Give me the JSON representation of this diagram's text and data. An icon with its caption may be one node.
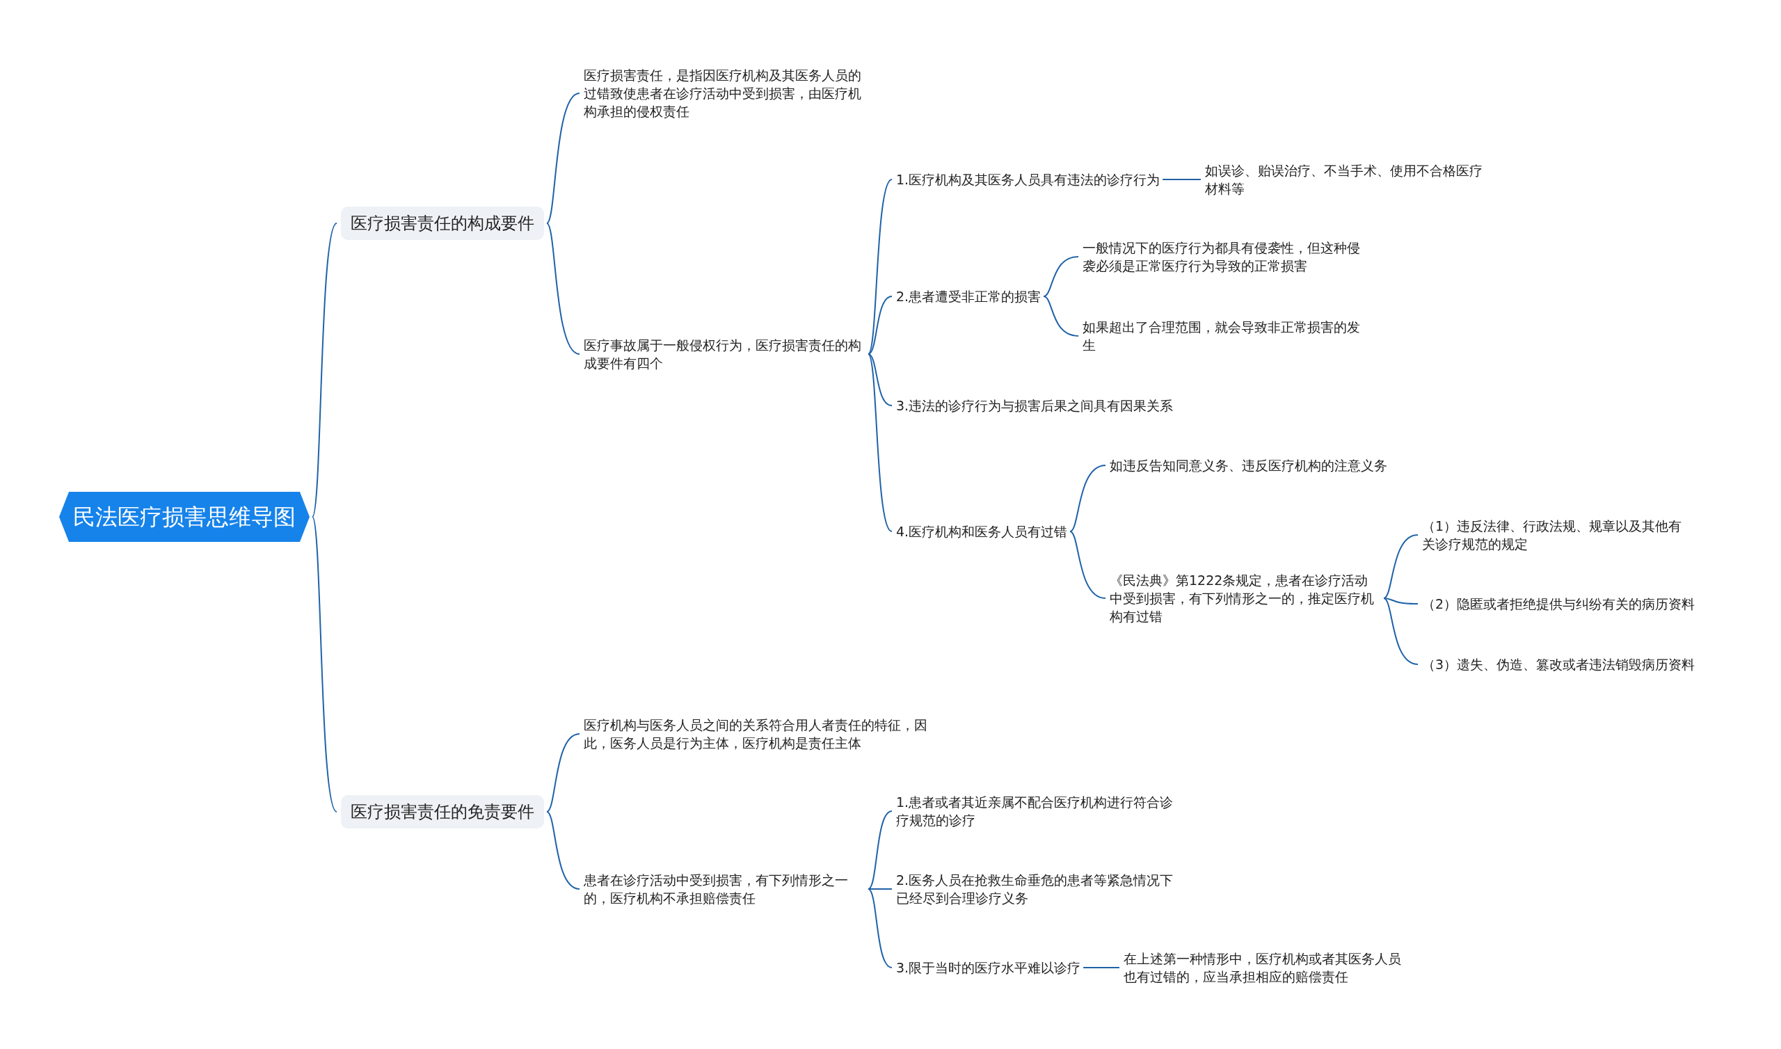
{
  "diagram": {
    "nodes": [
      {
        "text": [
          "民法医疗损害思维导图"
        ]
      },
      {
        "text": [
          "医疗损害责任的构成要件"
        ]
      },
      {
        "text": [
          "医疗损害责任，是指因医疗机构及其医务人员的过错致使患者在诊疗活动中受到损害，由医疗机构承担的侵权责任"
        ]
      },
      {
        "text": [
          "医疗事故属于一般侵权行为，医疗损害责任的构成要件有四个"
        ]
      },
      {
        "text": [
          "1.医疗机构及其医务人员具有违法的诊疗行为"
        ]
      },
      {
        "text": [
          "如误诊、贻误治疗、不当手术、使用不合格医疗材料等"
        ]
      },
      {
        "text": [
          "2.患者遭受非正常的损害"
        ]
      },
      {
        "text": [
          "一般情况下的医疗行为都具有侵袭性，但这种侵袭必须是正常医疗行为导致的正常损害"
        ]
      },
      {
        "text": [
          "如果超出了合理范围，就会导致非正常损害的发生"
        ]
      },
      {
        "text": [
          "3.违法的诊疗行为与损害后果之间具有因果关系"
        ]
      },
      {
        "text": [
          "4.医疗机构和医务人员有过错"
        ]
      },
      {
        "text": [
          "如违反告知同意义务、违反医疗机构的注意义务"
        ]
      },
      {
        "text": [
          "《民法典》第1222条规定，患者在诊疗活动中受到损害，有下列情形之一的，推定医疗机构有过错"
        ]
      },
      {
        "text": [
          "（1）违反法律、行政法规、规章以及其他有关诊疗规范的规定"
        ]
      },
      {
        "text": [
          "（2）隐匿或者拒绝提供与纠纷有关的病历资料"
        ]
      },
      {
        "text": [
          "（3）遗失、伪造、篡改或者违法销毁病历资料"
        ]
      },
      {
        "text": [
          "医疗损害责任的免责要件"
        ]
      },
      {
        "text": [
          "医疗机构与医务人员之间的关系符合用人者责任的特征，因此，医务人员是行为主体，医疗机构是责任主体"
        ]
      },
      {
        "text": [
          "患者在诊疗活动中受到损害，有下列情形之一的，医疗机构不承担赔偿责任"
        ]
      },
      {
        "text": [
          "1.患者或者其近亲属不配合医疗机构进行符合诊疗规范的诊疗"
        ]
      },
      {
        "text": [
          "2.医务人员在抢救生命垂危的患者等紧急情况下已经尽到合理诊疗义务"
        ]
      },
      {
        "text": [
          "3.限于当时的医疗水平难以诊疗"
        ]
      },
      {
        "text": [
          "在上述第一种情形中，医疗机构或者其医务人员也有过错的，应当承担相应的赔偿责任"
        ]
      }
    ],
    "edges": [
      {
        "from": 0,
        "to": 1,
        "arrow": "none"
      },
      {
        "from": 1,
        "to": 2,
        "arrow": "none"
      },
      {
        "from": 1,
        "to": 3,
        "arrow": "none"
      },
      {
        "from": 3,
        "to": 4,
        "arrow": "none"
      },
      {
        "from": 4,
        "to": 5,
        "arrow": "none"
      },
      {
        "from": 3,
        "to": 6,
        "arrow": "none"
      },
      {
        "from": 6,
        "to": 7,
        "arrow": "none"
      },
      {
        "from": 6,
        "to": 8,
        "arrow": "none"
      },
      {
        "from": 3,
        "to": 9,
        "arrow": "none"
      },
      {
        "from": 3,
        "to": 10,
        "arrow": "none"
      },
      {
        "from": 10,
        "to": 11,
        "arrow": "none"
      },
      {
        "from": 10,
        "to": 12,
        "arrow": "none"
      },
      {
        "from": 12,
        "to": 13,
        "arrow": "none"
      },
      {
        "from": 12,
        "to": 14,
        "arrow": "none"
      },
      {
        "from": 12,
        "to": 15,
        "arrow": "none"
      },
      {
        "from": 0,
        "to": 16,
        "arrow": "none"
      },
      {
        "from": 16,
        "to": 17,
        "arrow": "none"
      },
      {
        "from": 16,
        "to": 18,
        "arrow": "none"
      },
      {
        "from": 18,
        "to": 19,
        "arrow": "none"
      },
      {
        "from": 18,
        "to": 20,
        "arrow": "none"
      },
      {
        "from": 18,
        "to": 21,
        "arrow": "none"
      },
      {
        "from": 21,
        "to": 22,
        "arrow": "none"
      }
    ]
  }
}
